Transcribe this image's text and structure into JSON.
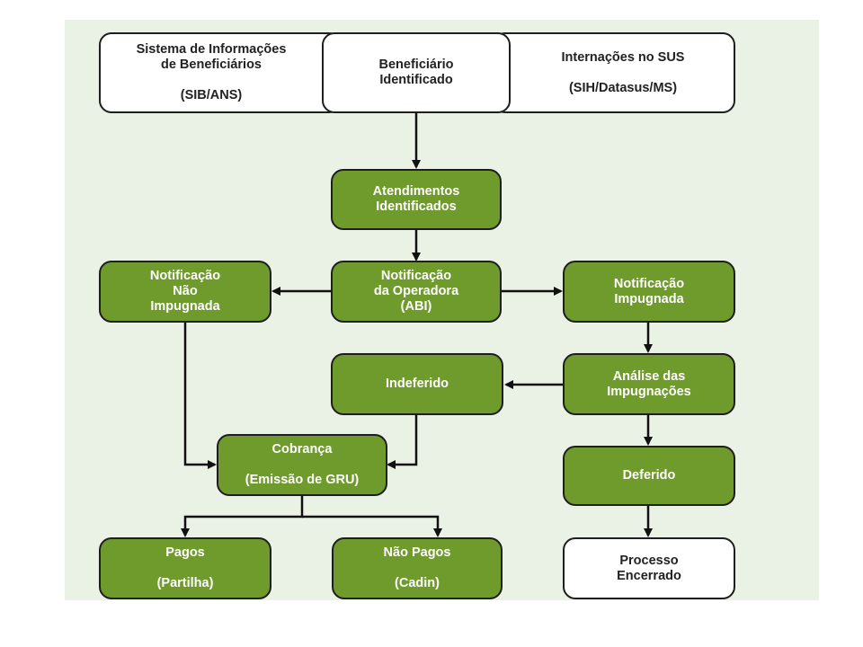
{
  "diagram": {
    "nodes": {
      "sib": {
        "line1": "Sistema de Informações",
        "line2": "de Beneficiários",
        "line3": "(SIB/ANS)"
      },
      "sih": {
        "line1": "Internações no SUS",
        "line2": "(SIH/Datasus/MS)"
      },
      "beneficiario": {
        "line1": "Beneficiário",
        "line2": "Identificado"
      },
      "atendimentos": {
        "line1": "Atendimentos",
        "line2": "Identificados"
      },
      "notificacao_operadora": {
        "line1": "Notificação",
        "line2": "da Operadora",
        "line3": "(ABI)"
      },
      "nao_impugnada": {
        "line1": "Notificação",
        "line2": "Não",
        "line3": "Impugnada"
      },
      "impugnada": {
        "line1": "Notificação",
        "line2": "Impugnada"
      },
      "analise": {
        "line1": "Análise das",
        "line2": "Impugnações"
      },
      "indeferido": {
        "line1": "Indeferido"
      },
      "cobranca": {
        "line1": "Cobrança",
        "line2": "(Emissão de GRU)"
      },
      "deferido": {
        "line1": "Deferido"
      },
      "pagos": {
        "line1": "Pagos",
        "line2": "(Partilha)"
      },
      "nao_pagos": {
        "line1": "Não Pagos",
        "line2": "(Cadin)"
      },
      "encerrado": {
        "line1": "Processo",
        "line2": "Encerrado"
      }
    },
    "colors": {
      "green": "#6f9a2c",
      "background": "#eaf1e5",
      "border": "#1e1e1e"
    }
  }
}
